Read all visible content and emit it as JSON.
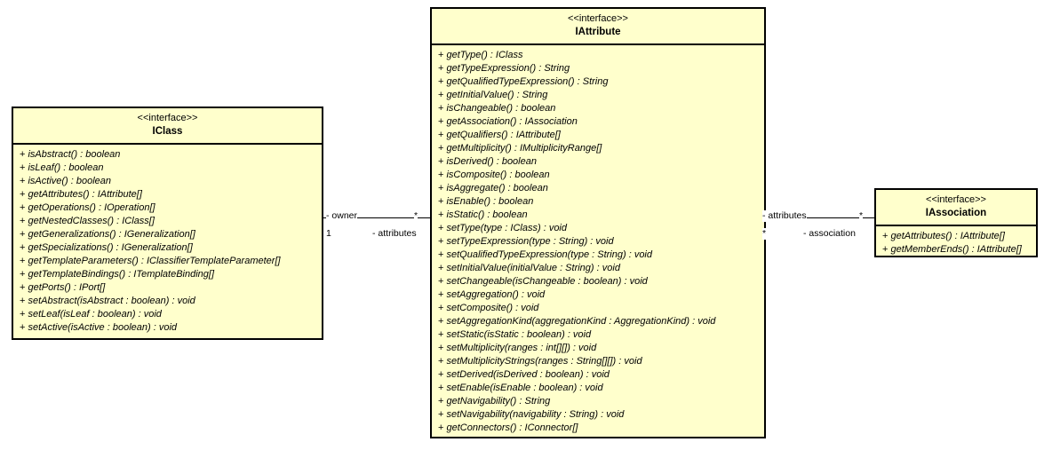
{
  "diagram": {
    "type": "uml-class-diagram",
    "background_color": "#ffffff",
    "class_fill_color": "#ffffcc",
    "class_border_color": "#000000"
  },
  "classes": [
    {
      "id": "iclass",
      "stereotype": "<<interface>>",
      "name": "IClass",
      "members": [
        "+ isAbstract() : boolean",
        "+ isLeaf() : boolean",
        "+ isActive() : boolean",
        "+ getAttributes() : IAttribute[]",
        "+ getOperations() : IOperation[]",
        "+ getNestedClasses() : IClass[]",
        "+ getGeneralizations() : IGeneralization[]",
        "+ getSpecializations() : IGeneralization[]",
        "+ getTemplateParameters() : IClassifierTemplateParameter[]",
        "+ getTemplateBindings() : ITemplateBinding[]",
        "+ getPorts() : IPort[]",
        "+ setAbstract(isAbstract : boolean) : void",
        "+ setLeaf(isLeaf : boolean) : void",
        "+ setActive(isActive : boolean) : void"
      ]
    },
    {
      "id": "iattribute",
      "stereotype": "<<interface>>",
      "name": "IAttribute",
      "members": [
        "+ getType() : IClass",
        "+ getTypeExpression() : String",
        "+ getQualifiedTypeExpression() : String",
        "+ getInitialValue() : String",
        "+ isChangeable() : boolean",
        "+ getAssociation() : IAssociation",
        "+ getQualifiers() : IAttribute[]",
        "+ getMultiplicity() : IMultiplicityRange[]",
        "+ isDerived() : boolean",
        "+ isComposite() : boolean",
        "+ isAggregate() : boolean",
        "+ isEnable() : boolean",
        "+ isStatic() : boolean",
        "+ setType(type : IClass) : void",
        "+ setTypeExpression(type : String) : void",
        "+ setQualifiedTypeExpression(type : String) : void",
        "+ setInitialValue(initialValue : String) : void",
        "+ setChangeable(isChangeable : boolean) : void",
        "+ setAggregation() : void",
        "+ setComposite() : void",
        "+ setAggregationKind(aggregationKind : AggregationKind) : void",
        "+ setStatic(isStatic : boolean) : void",
        "+ setMultiplicity(ranges : int[][]) : void",
        "+ setMultiplicityStrings(ranges : String[][]) : void",
        "+ setDerived(isDerived : boolean) : void",
        "+ setEnable(isEnable : boolean) : void",
        "+ getNavigability() : String",
        "+ setNavigability(navigability : String) : void",
        "+ getConnectors() : IConnector[]"
      ]
    },
    {
      "id": "iassociation",
      "stereotype": "<<interface>>",
      "name": "IAssociation",
      "members": [
        "+ getAttributes() : IAttribute[]",
        "+ getMemberEnds() : IAttribute[]"
      ]
    }
  ],
  "associations": [
    {
      "id": "iclass-iattribute",
      "source": "IClass",
      "target": "IAttribute",
      "source_role": "- owner",
      "source_multiplicity": "1",
      "target_role": "- attributes",
      "target_multiplicity": "*"
    },
    {
      "id": "iattribute-iassociation",
      "source": "IAttribute",
      "target": "IAssociation",
      "source_role": "- attributes",
      "source_multiplicity": "*",
      "target_role": "- association",
      "target_multiplicity": "*"
    }
  ]
}
